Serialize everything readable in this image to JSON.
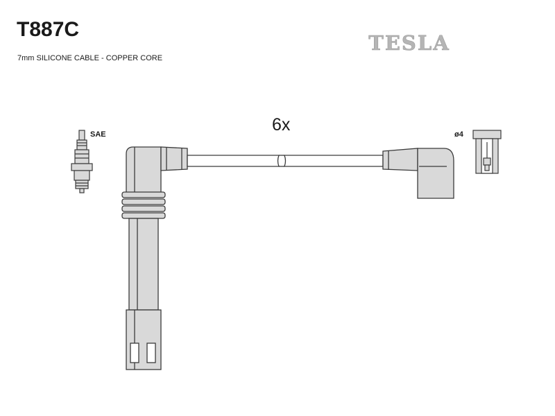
{
  "header": {
    "part_number": "T887C",
    "cable_spec": "7mm SILICONE CABLE - COPPER CORE",
    "brand": "TESLA"
  },
  "diagram": {
    "quantity_label": "6x",
    "plug_standard_label": "SAE",
    "terminal_size_label": "ø4"
  },
  "colors": {
    "line": "#3a3a3a",
    "component_fill": "#d9d9d9",
    "logo_fill": "#b5b5b5"
  }
}
